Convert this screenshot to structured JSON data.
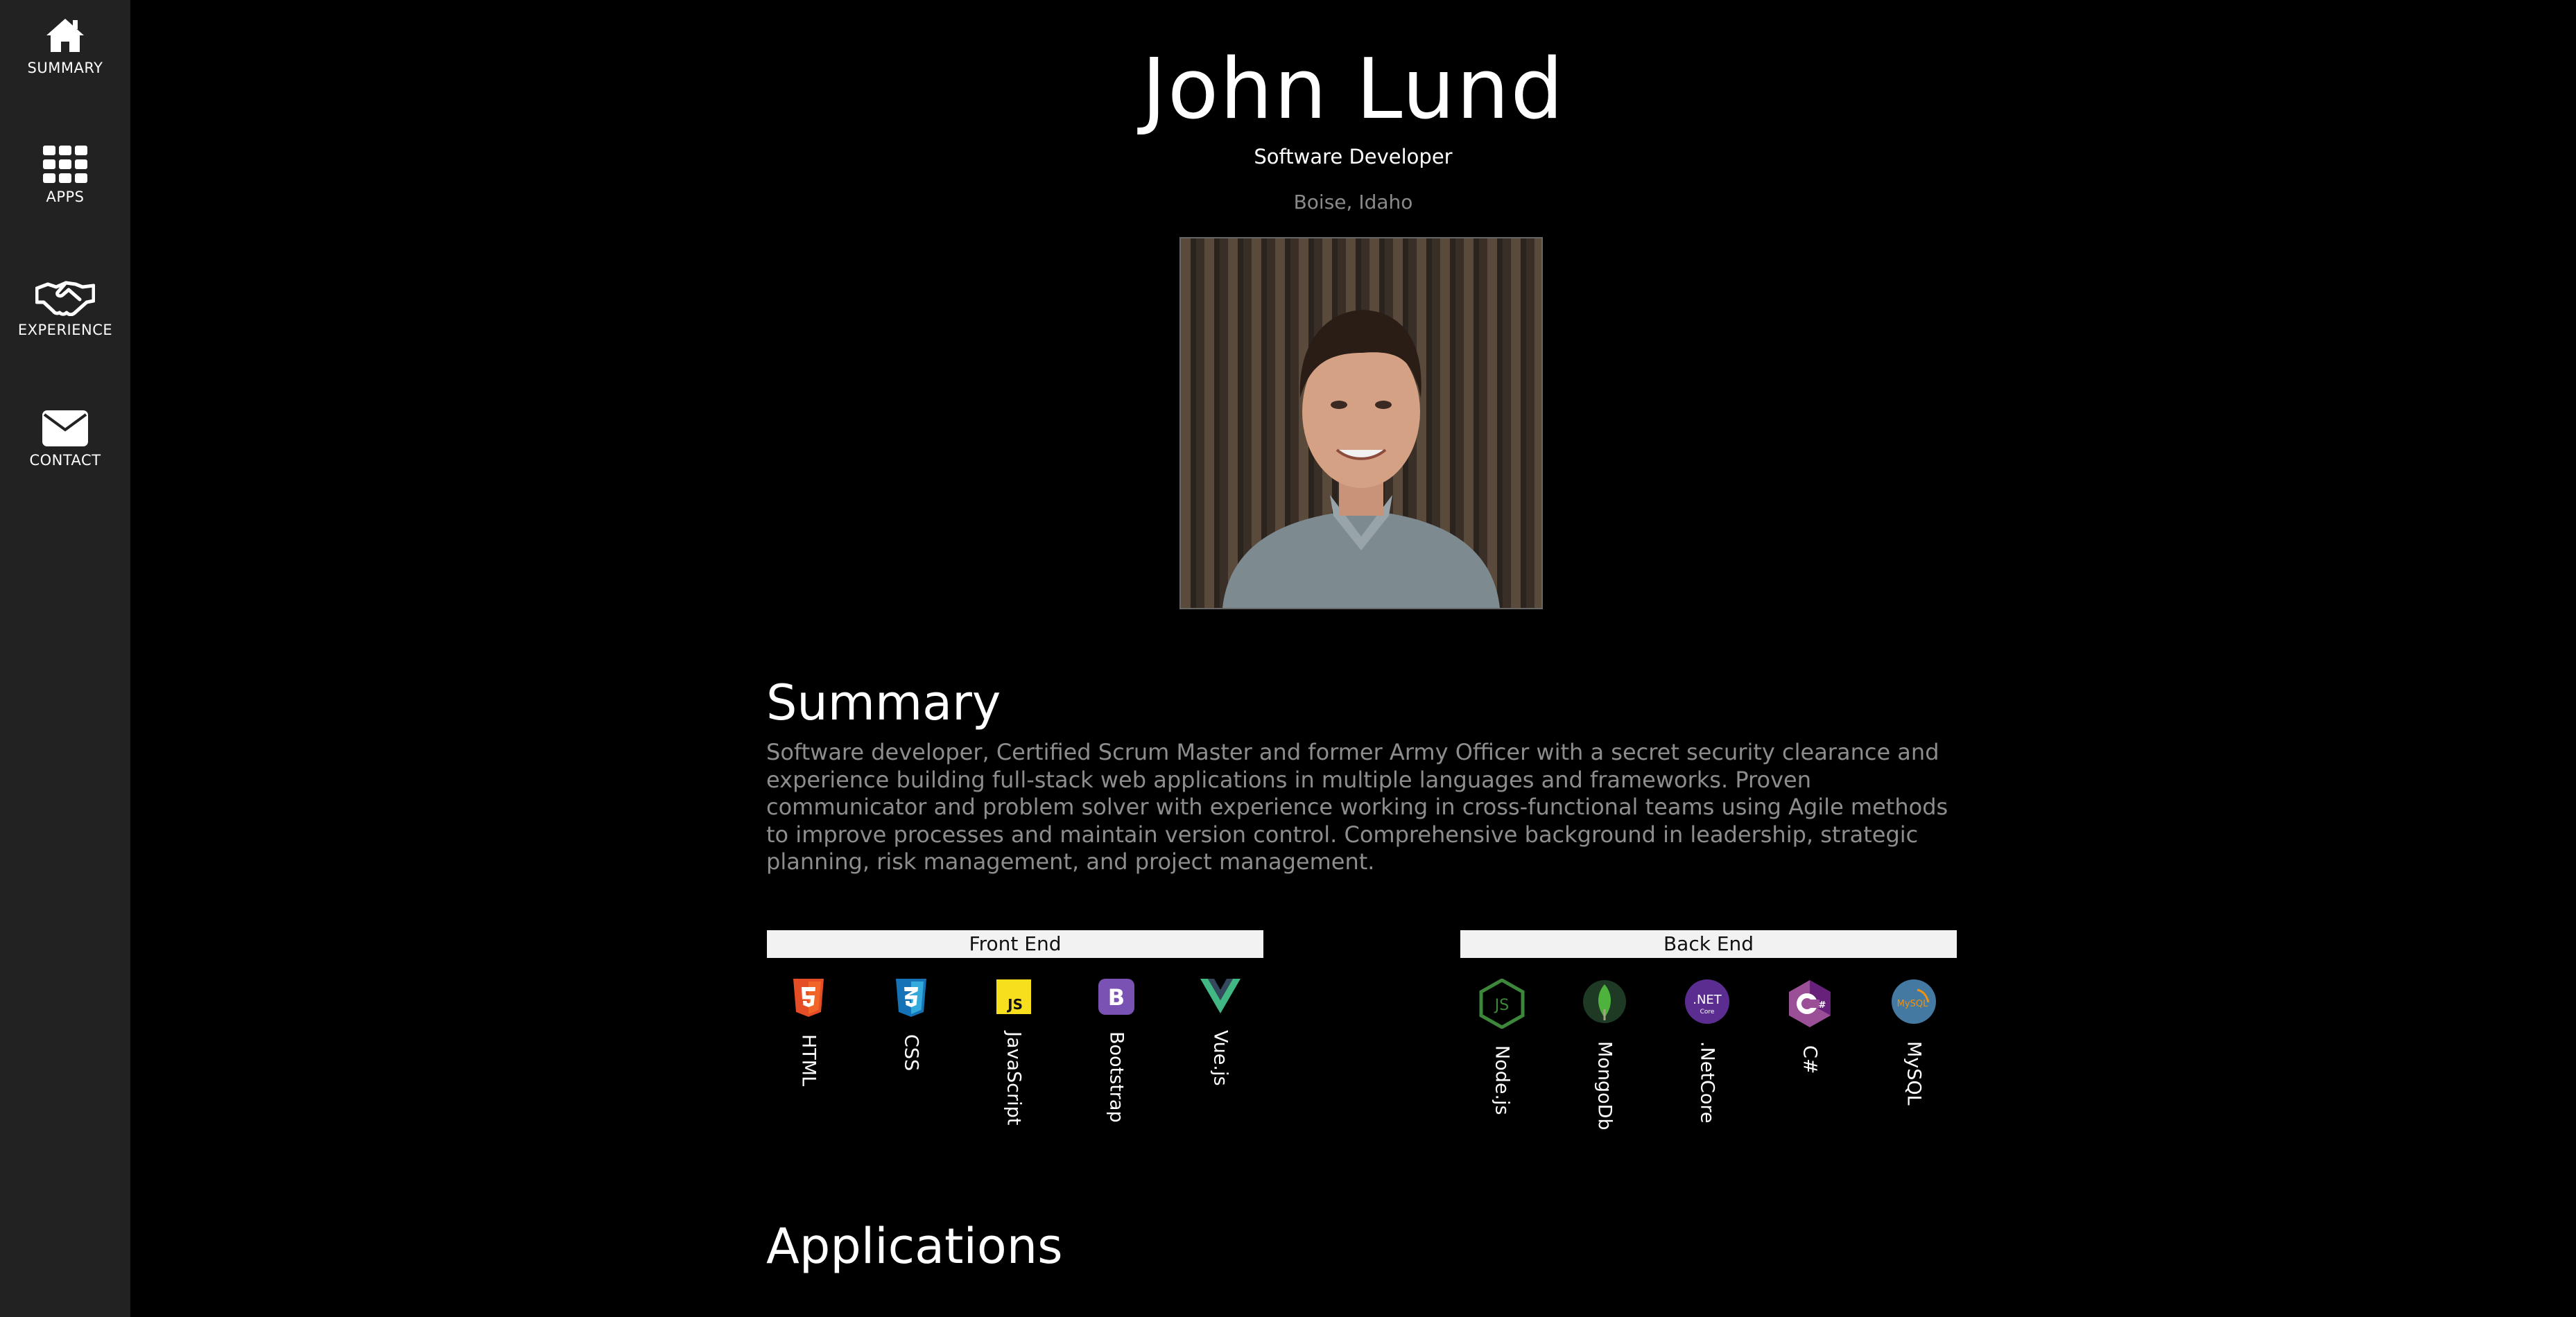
{
  "nav": {
    "items": [
      {
        "label": "SUMMARY",
        "icon": "home-icon"
      },
      {
        "label": "APPS",
        "icon": "grid-icon"
      },
      {
        "label": "EXPERIENCE",
        "icon": "handshake-icon"
      },
      {
        "label": "CONTACT",
        "icon": "envelope-icon"
      }
    ]
  },
  "header": {
    "name": "John Lund",
    "role": "Software Developer",
    "location": "Boise, Idaho"
  },
  "summary": {
    "title": "Summary",
    "text": "Software developer, Certified Scrum Master and former Army Officer with a secret security clearance and experience building full-stack web applications in multiple languages and frameworks. Proven communicator and problem solver with experience working in cross-functional teams using Agile methods to improve processes and maintain version control. Comprehensive background in leadership, strategic planning, risk management, and project management."
  },
  "skills": {
    "front_end": {
      "title": "Front End",
      "items": [
        {
          "label": "HTML",
          "icon": "html5-icon",
          "color": "#E44D26"
        },
        {
          "label": "CSS",
          "icon": "css3-icon",
          "color": "#1572B6"
        },
        {
          "label": "JavaScript",
          "icon": "javascript-icon",
          "color": "#F7DF1E"
        },
        {
          "label": "Bootstrap",
          "icon": "bootstrap-icon",
          "color": "#7952B3"
        },
        {
          "label": "Vue.js",
          "icon": "vuejs-icon",
          "color": "#41B883"
        }
      ]
    },
    "back_end": {
      "title": "Back End",
      "items": [
        {
          "label": "Node.js",
          "icon": "nodejs-icon",
          "color": "#3C873A",
          "text": "JS"
        },
        {
          "label": "MongoDb",
          "icon": "mongodb-icon",
          "color": "#4DB33D"
        },
        {
          "label": ".NetCore",
          "icon": "dotnet-core-icon",
          "color": "#5C2D91",
          "text": ".NET",
          "subtext": "Core"
        },
        {
          "label": "C#",
          "icon": "csharp-icon",
          "color": "#9B4F96",
          "text": "C#"
        },
        {
          "label": "MySQL",
          "icon": "mysql-icon",
          "color": "#4479A1",
          "text": "MySQL"
        }
      ]
    }
  },
  "applications": {
    "title": "Applications"
  }
}
